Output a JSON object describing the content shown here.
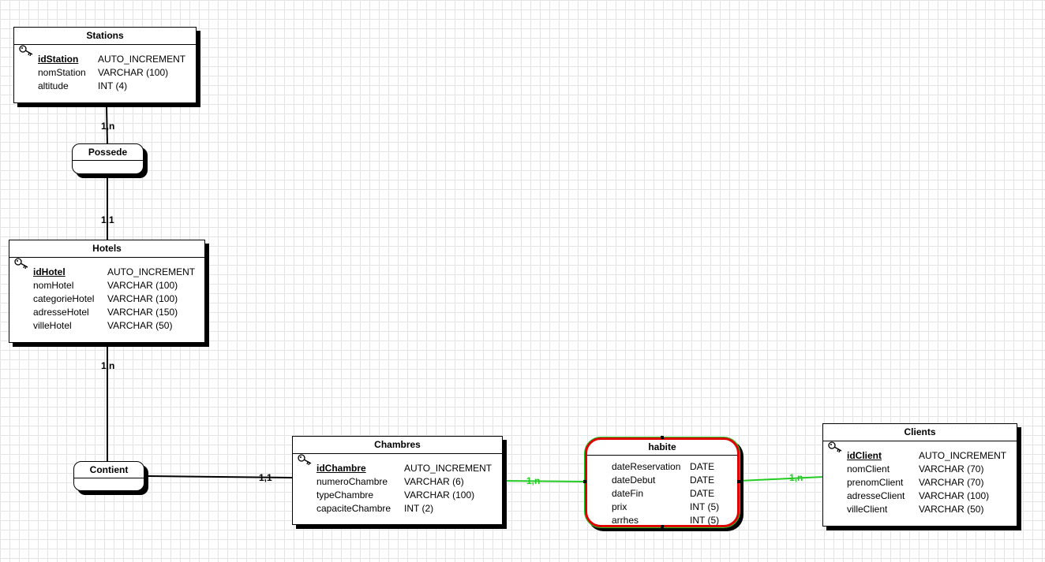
{
  "entities": {
    "stations": {
      "title": "Stations",
      "attrs": [
        {
          "name": "idStation",
          "type": "AUTO_INCREMENT"
        },
        {
          "name": "nomStation",
          "type": "VARCHAR (100)"
        },
        {
          "name": "altitude",
          "type": "INT (4)"
        }
      ]
    },
    "hotels": {
      "title": "Hotels",
      "attrs": [
        {
          "name": "idHotel",
          "type": "AUTO_INCREMENT"
        },
        {
          "name": "nomHotel",
          "type": "VARCHAR (100)"
        },
        {
          "name": "categorieHotel",
          "type": "VARCHAR (100)"
        },
        {
          "name": "adresseHotel",
          "type": "VARCHAR (150)"
        },
        {
          "name": "villeHotel",
          "type": "VARCHAR (50)"
        }
      ]
    },
    "chambres": {
      "title": "Chambres",
      "attrs": [
        {
          "name": "idChambre",
          "type": "AUTO_INCREMENT"
        },
        {
          "name": "numeroChambre",
          "type": "VARCHAR (6)"
        },
        {
          "name": "typeChambre",
          "type": "VARCHAR (100)"
        },
        {
          "name": "capaciteChambre",
          "type": "INT (2)"
        }
      ]
    },
    "clients": {
      "title": "Clients",
      "attrs": [
        {
          "name": "idClient",
          "type": "AUTO_INCREMENT"
        },
        {
          "name": "nomClient",
          "type": "VARCHAR (70)"
        },
        {
          "name": "prenomClient",
          "type": "VARCHAR (70)"
        },
        {
          "name": "adresseClient",
          "type": "VARCHAR (100)"
        },
        {
          "name": "villeClient",
          "type": "VARCHAR (50)"
        }
      ]
    }
  },
  "associations": {
    "possede": {
      "title": "Possede"
    },
    "contient": {
      "title": "Contient"
    },
    "habite": {
      "title": "habite",
      "attrs": [
        {
          "name": "dateReservation",
          "type": "DATE"
        },
        {
          "name": "dateDebut",
          "type": "DATE"
        },
        {
          "name": "dateFin",
          "type": "DATE"
        },
        {
          "name": "prix",
          "type": "INT (5)"
        },
        {
          "name": "arrhes",
          "type": "INT (5)"
        }
      ]
    }
  },
  "cardinalities": {
    "stations_possede": "1,n",
    "hotels_possede": "1,1",
    "hotels_contient": "1,n",
    "chambres_contient": "1,1",
    "chambres_habite": "1,n",
    "clients_habite": "1,n"
  },
  "colors": {
    "line": "#000000",
    "selected_link": "#22cc22",
    "selected_border": "#e00000",
    "grid": "#e4e4e4"
  },
  "icons": {
    "primary_key": "key-icon"
  }
}
